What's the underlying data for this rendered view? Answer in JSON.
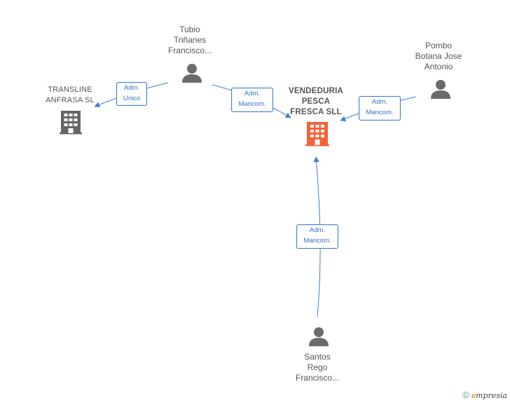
{
  "nodes": {
    "center": {
      "label_lines": [
        "VENDEDURIA",
        "PESCA",
        "FRESCA SLL"
      ]
    },
    "transline": {
      "label_lines": [
        "TRANSLINE",
        "ANFRASA SL"
      ]
    },
    "tubio": {
      "label_lines": [
        "Tubio",
        "Triñanes",
        "Francisco..."
      ]
    },
    "pombo": {
      "label_lines": [
        "Pombo",
        "Botana Jose",
        "Antonio"
      ]
    },
    "santos": {
      "label_lines": [
        "Santos",
        "Rego",
        "Francisco..."
      ]
    }
  },
  "edges": {
    "tubio_transline": {
      "role_lines": [
        "Adm.",
        "Unico"
      ]
    },
    "tubio_center": {
      "role_lines": [
        "Adm.",
        "Mancom."
      ]
    },
    "pombo_center": {
      "role_lines": [
        "Adm.",
        "Mancom."
      ]
    },
    "santos_center": {
      "role_lines": [
        "Adm.",
        "Mancom."
      ]
    }
  },
  "colors": {
    "accent": "#f4623a",
    "company_gray": "#666666",
    "person_gray": "#6b6b6b",
    "edge_blue": "#3d7fd6"
  },
  "icons": {
    "center": "building-icon",
    "transline": "building-icon",
    "people": "person-icon"
  },
  "footer": {
    "copyright": "©",
    "brand_initial": "e",
    "brand_rest": "mpresia"
  }
}
